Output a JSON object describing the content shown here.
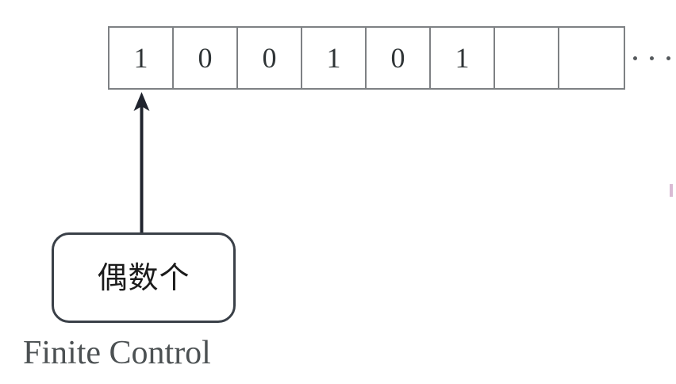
{
  "diagram": {
    "title": "Turing machine tape and finite control",
    "background_color": "#ffffff"
  },
  "tape": {
    "name": "input-tape",
    "cell_count": 8,
    "border_color": "#7e8184",
    "symbol_color": "#2f3436",
    "cells": [
      {
        "index": 0,
        "symbol": "1",
        "blank": false,
        "head_position": true
      },
      {
        "index": 1,
        "symbol": "0",
        "blank": false,
        "head_position": false
      },
      {
        "index": 2,
        "symbol": "0",
        "blank": false,
        "head_position": false
      },
      {
        "index": 3,
        "symbol": "1",
        "blank": false,
        "head_position": false
      },
      {
        "index": 4,
        "symbol": "0",
        "blank": false,
        "head_position": false
      },
      {
        "index": 5,
        "symbol": "1",
        "blank": false,
        "head_position": false
      },
      {
        "index": 6,
        "symbol": "",
        "blank": true,
        "head_position": false
      },
      {
        "index": 7,
        "symbol": "",
        "blank": true,
        "head_position": false
      }
    ],
    "continuation": {
      "name": "tape-ellipsis",
      "glyph": "· · ·",
      "dot_count": 3,
      "color": "#55595c"
    }
  },
  "head": {
    "name": "tape-head-arrow",
    "icon": "arrow-up-icon",
    "color": "#20242e",
    "points_to_cell_index": 0,
    "direction": "up"
  },
  "control": {
    "name": "finite-control-state-box",
    "label": "偶数个",
    "border_color": "#3a4048",
    "fill_color": "#ffffff",
    "text_color": "#1b1b1b"
  },
  "caption": {
    "name": "finite-control-caption",
    "text": "Finite Control",
    "color": "#4c5153"
  },
  "annotations": {
    "stray_mark": {
      "name": "stray-ink-mark",
      "color": "#b984b0"
    }
  }
}
